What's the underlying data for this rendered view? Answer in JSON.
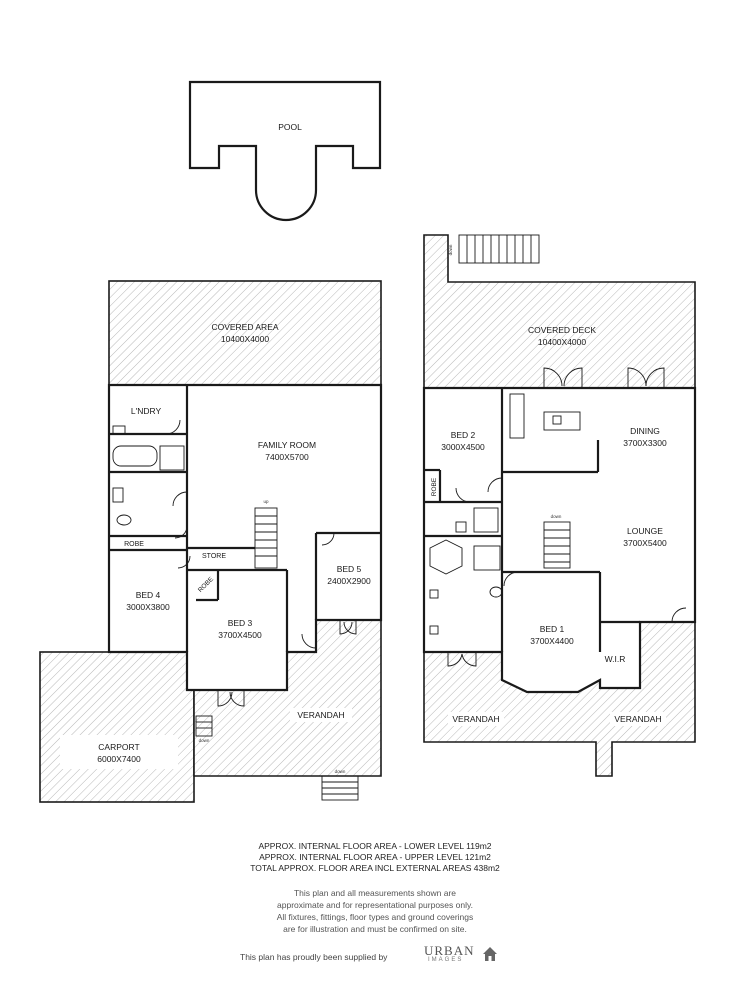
{
  "pool": {
    "label": "POOL"
  },
  "lower_level": {
    "covered_area": {
      "name": "COVERED AREA",
      "dims": "10400X4000"
    },
    "laundry": {
      "name": "L'NDRY"
    },
    "family_room": {
      "name": "FAMILY ROOM",
      "dims": "7400X5700"
    },
    "robe": {
      "name": "ROBE"
    },
    "store": {
      "name": "STORE"
    },
    "bed4": {
      "name": "BED 4",
      "dims": "3000X3800"
    },
    "bed3": {
      "name": "BED 3",
      "dims": "3700X4500"
    },
    "bed3_robe": {
      "name": "ROBE"
    },
    "bed5": {
      "name": "BED 5",
      "dims": "2400X2900"
    },
    "verandah": {
      "name": "VERANDAH"
    },
    "carport": {
      "name": "CARPORT",
      "dims": "6000X7400"
    },
    "stair_up": "up",
    "stair_down": "down",
    "stair_down2": "down"
  },
  "upper_level": {
    "covered_deck": {
      "name": "COVERED DECK",
      "dims": "10400X4000"
    },
    "bed2": {
      "name": "BED 2",
      "dims": "3000X4500"
    },
    "robe": {
      "name": "ROBE"
    },
    "dining": {
      "name": "DINING",
      "dims": "3700X3300"
    },
    "lounge": {
      "name": "LOUNGE",
      "dims": "3700X5400"
    },
    "bed1": {
      "name": "BED 1",
      "dims": "3700X4400"
    },
    "wir": {
      "name": "W.I.R"
    },
    "verandah_left": {
      "name": "VERANDAH"
    },
    "verandah_right": {
      "name": "VERANDAH"
    },
    "stair_down": "down",
    "stair_down2": "down"
  },
  "summary": {
    "line1": "APPROX. INTERNAL FLOOR AREA - LOWER LEVEL 119m2",
    "line2": "APPROX. INTERNAL FLOOR AREA - UPPER LEVEL 121m2",
    "line3": "TOTAL APPROX. FLOOR AREA INCL EXTERNAL AREAS 438m2"
  },
  "disclaimer": {
    "line1": "This plan and all measurements shown are",
    "line2": "approximate and for representational purposes only.",
    "line3": "All fixtures, fittings, floor types and ground coverings",
    "line4": "are for illustration and must be confirmed on site."
  },
  "supplied_by": "This plan has proudly been supplied by",
  "logo": {
    "name": "URBAN",
    "sub": "IMAGES"
  }
}
